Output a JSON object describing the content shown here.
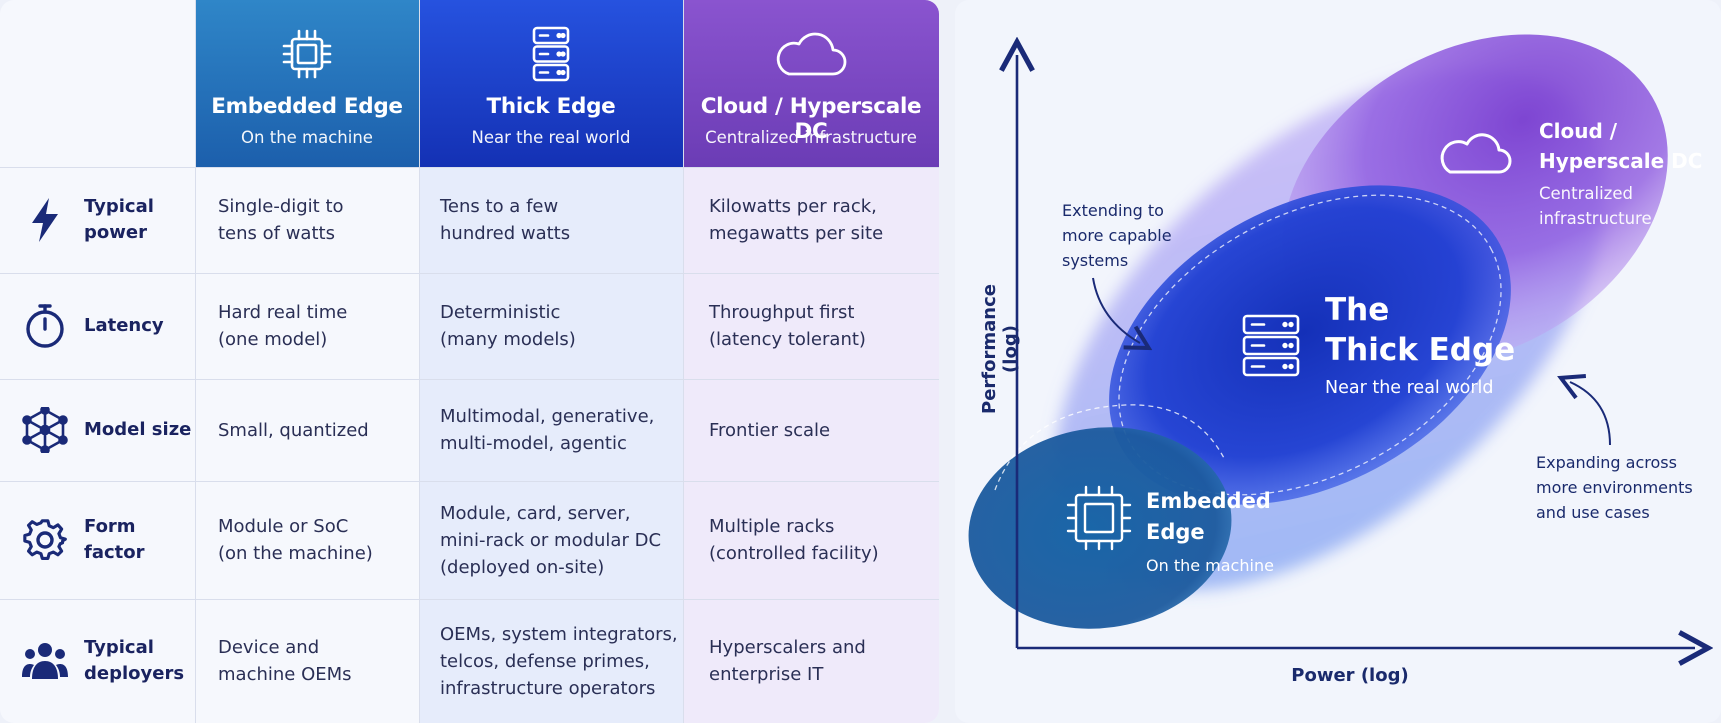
{
  "columns": [
    {
      "title": "Embedded Edge",
      "subtitle": "On the machine",
      "icon": "chip-icon"
    },
    {
      "title": "Thick Edge",
      "subtitle": "Near the real world",
      "icon": "server-icon"
    },
    {
      "title": "Cloud / Hyperscale DC",
      "subtitle": "Centralized infrastructure",
      "icon": "cloud-icon"
    }
  ],
  "rows": [
    {
      "label": "Typical\npower",
      "icon": "lightning-icon",
      "cells": [
        "Single-digit to\ntens of watts",
        "Tens to a few\nhundred watts",
        "Kilowatts per rack,\nmegawatts per site"
      ]
    },
    {
      "label": "Latency",
      "icon": "stopwatch-icon",
      "cells": [
        "Hard real time\n(one model)",
        "Deterministic\n(many models)",
        "Throughput first\n(latency tolerant)"
      ]
    },
    {
      "label": "Model size",
      "icon": "network-icon",
      "cells": [
        "Small, quantized",
        "Multimodal, generative,\nmulti-model, agentic",
        "Frontier scale"
      ]
    },
    {
      "label": "Form factor",
      "icon": "gear-icon",
      "cells": [
        "Module or SoC\n(on the machine)",
        "Module, card, server,\nmini-rack or modular DC\n(deployed on-site)",
        "Multiple racks\n(controlled facility)"
      ]
    },
    {
      "label": "Typical\ndeployers",
      "icon": "people-icon",
      "cells": [
        "Device and\nmachine OEMs",
        "OEMs, system integrators,\ntelcos, defense primes,\ninfrastructure operators",
        "Hyperscalers and\nenterprise IT"
      ]
    }
  ],
  "diagram": {
    "y_axis_label": "Performance (log)",
    "x_axis_label": "Power (log)",
    "cloud_title": "Cloud /\nHyperscale DC",
    "cloud_subtitle": "Centralized\ninfrastructure",
    "thick_title": "The\nThick Edge",
    "thick_subtitle": "Near the real world",
    "embedded_title": "Embedded\nEdge",
    "embedded_subtitle": "On the machine",
    "annotation_left": "Extending to\nmore capable\nsystems",
    "annotation_right": "Expanding across\nmore environments\nand use cases"
  }
}
